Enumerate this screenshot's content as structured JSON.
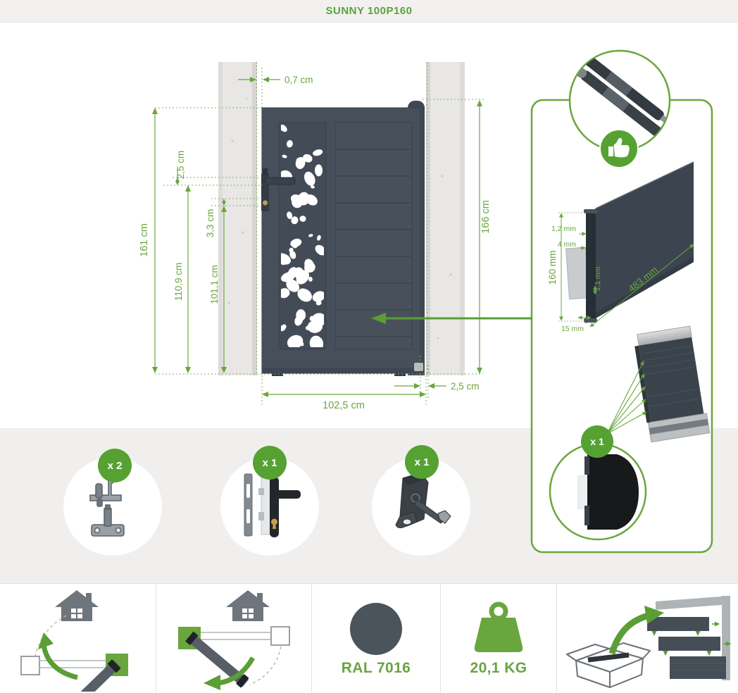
{
  "header": {
    "title": "SUNNY 100P160"
  },
  "gate_dims": {
    "gap_top": "0,7 cm",
    "total_height_left": "161 cm",
    "total_height_right": "166 cm",
    "handle_gap": "2,5 cm",
    "lock_gap": "3,3 cm",
    "handle_height": "110,9 cm",
    "lock_height": "101,1 cm",
    "width": "102,5 cm",
    "gap_bottom_right": "2,5 cm"
  },
  "profile_dims": {
    "front_thickness": "1,2 mm",
    "groove_depth": "4 mm",
    "height": "160 mm",
    "wall_thickness": "1,1 mm",
    "length": "483 mm",
    "depth": "15 mm",
    "qty_slats": "x 1"
  },
  "hardware": {
    "hinges_qty": "x 2",
    "lock_qty": "x 1",
    "latch_qty": "x 1"
  },
  "features": {
    "color_label": "RAL 7016",
    "weight_label": "20,1 KG"
  },
  "colors": {
    "accent_green": "#69a63d",
    "badge_green": "#55a233",
    "gate_gray": "#47505a",
    "ral_swatch": "#4c545b",
    "pillar": "#e8e7e5"
  }
}
